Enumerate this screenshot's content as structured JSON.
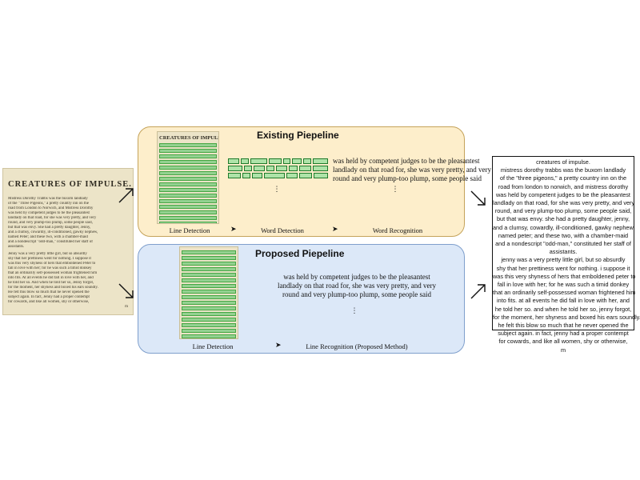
{
  "input_page": {
    "title": "CREATURES OF IMPULSE.",
    "paragraph1": [
      "Mistress Dorothy Trabbs was the buxom landlady",
      "of the \"Three Pigeons,\" a pretty country inn on the",
      "road from London to Norwich, and Mistress Dorothy",
      "was held by competent judges to be the pleasantest",
      "landlady on that road, for she was very pretty, and very",
      "round, and very plump-too plump, some people said,",
      "but that was envy. She had a pretty daughter, Jenny,",
      "and a clumsy, cowardly, ill-conditioned, gawky nephew,",
      "named Peter; and these two, with a chamber-maid",
      "and a nondescript \"odd-man,\" constituted her staff of",
      "assistants."
    ],
    "paragraph2": [
      "Jenny was a very pretty little girl, but so absurdly",
      "shy that her prettiness went for nothing. I suppose it",
      "was this very shyness of hers that emboldened Peter to",
      "fall in love with her; for he was such a timid donkey",
      "that an ordinarily self-possessed woman frightened him",
      "into fits. At all events he did fall in love with her, and",
      "he told her so. And when he told her so, Jenny forgot,",
      "for the moment, her shyness and boxed his ears soundly.",
      "He felt this blow so much that he never opened the",
      "subject again. In fact, Jenny had a proper contempt",
      "for cowards, and like all women, shy or otherwise,"
    ],
    "page_mark": "m"
  },
  "existing": {
    "title": "Existing Piepeline",
    "thumb_title": "CREATURES OF IMPULSE.",
    "steps": [
      "Line Detection",
      "Word Detection",
      "Word Recognition"
    ],
    "recognized": [
      "was held by competent judges to be the pleasantest",
      "landlady on that road for, she was very pretty, and very",
      "round and very plump-too plump, some people said"
    ],
    "ellipsis": "⋮"
  },
  "proposed": {
    "title": "Proposed Piepeline",
    "steps": [
      "Line Detection",
      "Line Recognition (Proposed Method)"
    ],
    "recognized": [
      "was held by competent judges to be the pleasantest",
      "landlady on that road for, she was very pretty, and very",
      "round and very plump-too plump, some people said"
    ],
    "ellipsis": "⋮"
  },
  "output": {
    "lines": [
      "creatures of impulse.",
      "mistress dorothy trabbs was the buxom landlady",
      "of the \"three pigeons,\" a pretty country inn on the",
      "road from london to norwich, and mistress dorothy",
      "was held by competent judges to be the pleasantest",
      "landlady on that road, for she was very pretty, and very",
      "round, and very plump-too plump, some people said,",
      "but that was envy. she had a pretty daughter, jenny,",
      "and a clumsy, cowardly, ill-conditioned, gawky nephew,",
      "named peter; and these two, with a chamber-maid",
      "and a nondescript \"odd-man,\" constituted her staff of",
      "assistants.",
      "jenny was a very pretty little girl, but so absurdly",
      "shy that her prettiness went for nothing. i suppose it",
      "was this very shyness of hers that emboldened peter to",
      "fall in love with her; for he was such a timid donkey",
      "that an ordinarily self-possessed woman frightened him",
      "into fits. at all events he did fall in love with her, and",
      "he told her so. and when he told her so, jenny forgot,",
      "for the moment, her shyness and boxed his ears soundly.",
      "he felt this blow so much that he never opened the",
      "subject again. in fact, jenny had a proper contempt",
      "for cowards, and like all women, shy or otherwise,",
      "m"
    ]
  },
  "icons": {
    "flow_arrow": "arrow-right-icon",
    "connector_arrows": [
      "arrow-up-right-icon",
      "arrow-down-right-icon"
    ]
  },
  "colors": {
    "existing_panel_bg": "#fdeecb",
    "existing_panel_border": "#c5a35a",
    "proposed_panel_bg": "#dce8f8",
    "proposed_panel_border": "#7f9fcc",
    "highlight_green": "#8ad08a",
    "page_paper": "#ece4c8"
  }
}
